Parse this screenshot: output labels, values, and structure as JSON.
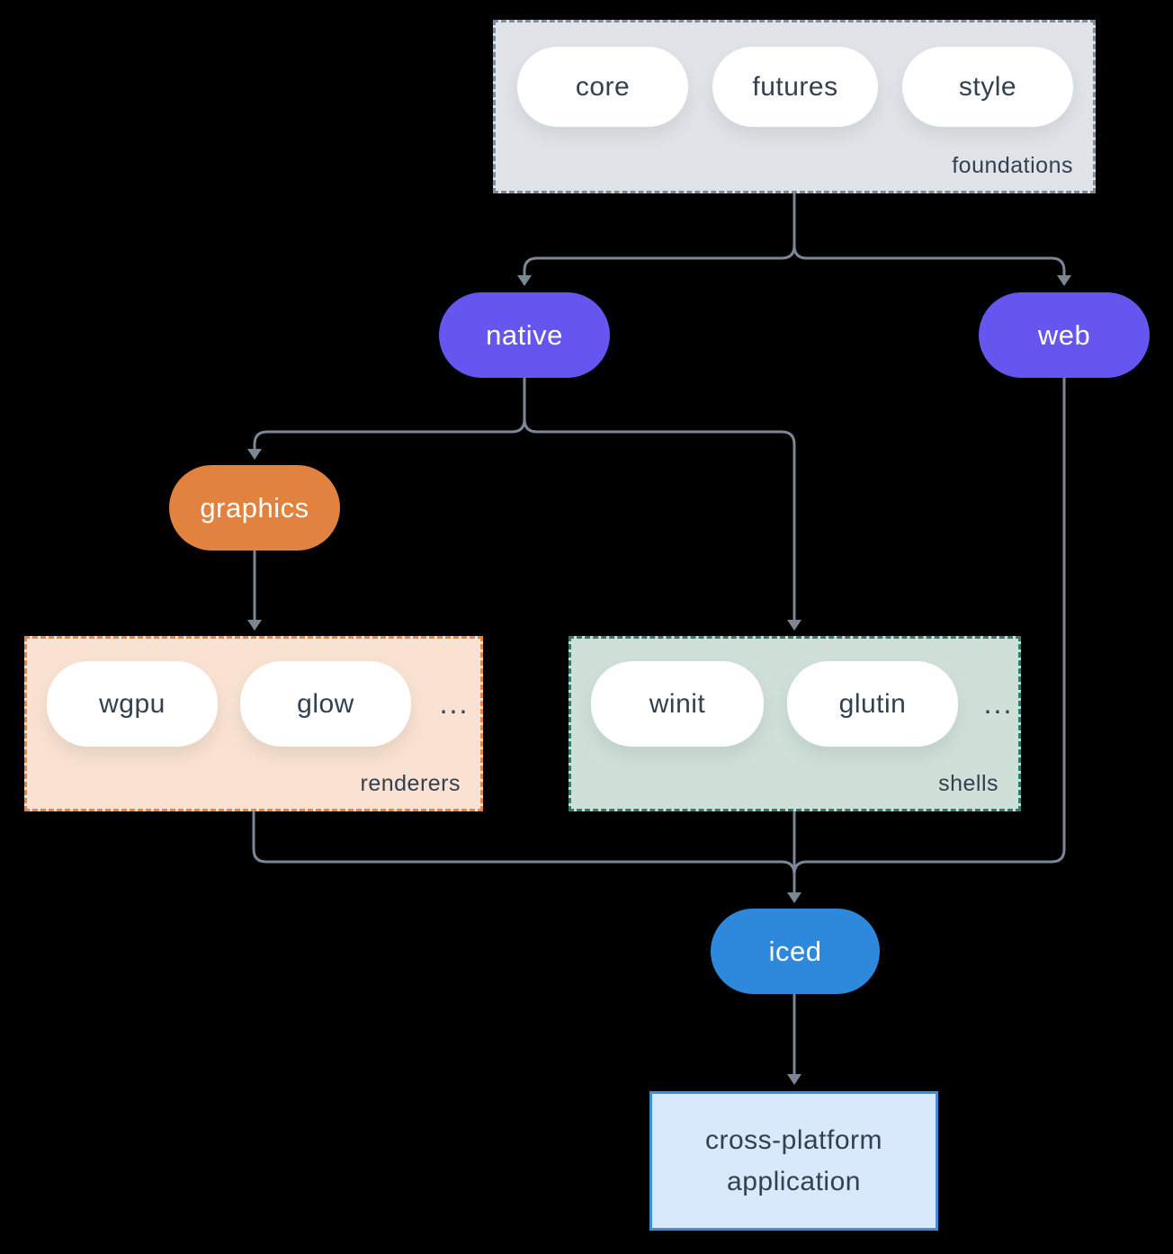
{
  "canvas": {
    "background": "#000000"
  },
  "colors": {
    "arrow": "#7b8794",
    "purple": "#6456ee",
    "orange": "#e2823f",
    "blue": "#2e89dc",
    "foundations_fill": "#e0e4e8",
    "foundations_border": "#7e8c9c",
    "renderers_fill": "#f9e2d1",
    "renderers_border": "#ea853d",
    "shells_fill": "#cfe0d8",
    "shells_border": "#2e7d6e",
    "application_fill": "#d7e9fa",
    "application_border": "#3a90dd",
    "text_dark": "#32404f"
  },
  "groups": {
    "foundations": {
      "label": "foundations",
      "pills": [
        "core",
        "futures",
        "style"
      ]
    },
    "renderers": {
      "label": "renderers",
      "pills": [
        "wgpu",
        "glow"
      ],
      "ellipsis": "..."
    },
    "shells": {
      "label": "shells",
      "pills": [
        "winit",
        "glutin"
      ],
      "ellipsis": "..."
    }
  },
  "nodes": {
    "native": "native",
    "web": "web",
    "graphics": "graphics",
    "iced": "iced"
  },
  "application": {
    "line1": "cross-platform",
    "line2": "application"
  }
}
